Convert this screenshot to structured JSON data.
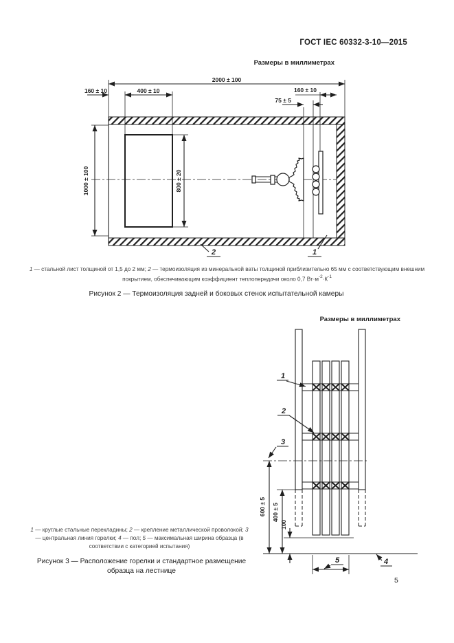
{
  "page": {
    "header": "ГОСТ IEC 60332-3-10—2015",
    "dim_note": "Размеры в миллиметрах",
    "page_number": "5"
  },
  "figure2": {
    "dims": {
      "total_width": "2000 ± 100",
      "left_offset": "160 ± 10",
      "opening_width": "400 ± 10",
      "right_offset": "160 ± 10",
      "burner_gap": "75 ± 5",
      "total_height": "1000 ± 100",
      "opening_height": "800 ± 20"
    },
    "callouts": {
      "c1": "1",
      "c2": "2"
    },
    "note": {
      "n1": "1",
      "t1": " — стальной лист толщиной от 1,5 до 2 мм; ",
      "n2": "2",
      "t2": " — термоизоляция из минеральной ваты толщиной приблизительно 65 мм с соответствующим внешним покрытием, обеспечивающим коэффициент теплопередачи около 0,7 Вт·м",
      "sup1": "-2",
      "t3": "·К",
      "sup2": "-1"
    },
    "caption": "Рисунок 2 — Термоизоляция задней и боковых стенок испытательной камеры"
  },
  "figure3": {
    "dims": {
      "height_600": "600 ± 5",
      "height_400": "400 ± 5",
      "height_100": "100"
    },
    "callouts": {
      "c1": "1",
      "c2": "2",
      "c3": "3",
      "c4": "4",
      "c5": "5"
    },
    "note": {
      "n1": "1",
      "t1": " — круглые стальные перекладины; ",
      "n2": "2",
      "t2": " — крепление металлической проволокой; ",
      "n3": "3",
      "t3": " — центральная линия горелки; ",
      "n4": "4",
      "t4": " — пол; ",
      "n5": "5",
      "t5": " — максимальная ширина образца (в соответствии с категорией испытания)"
    },
    "caption": "Рисунок 3 — Расположение горелки и стандартное размещение образца на лестнице"
  }
}
